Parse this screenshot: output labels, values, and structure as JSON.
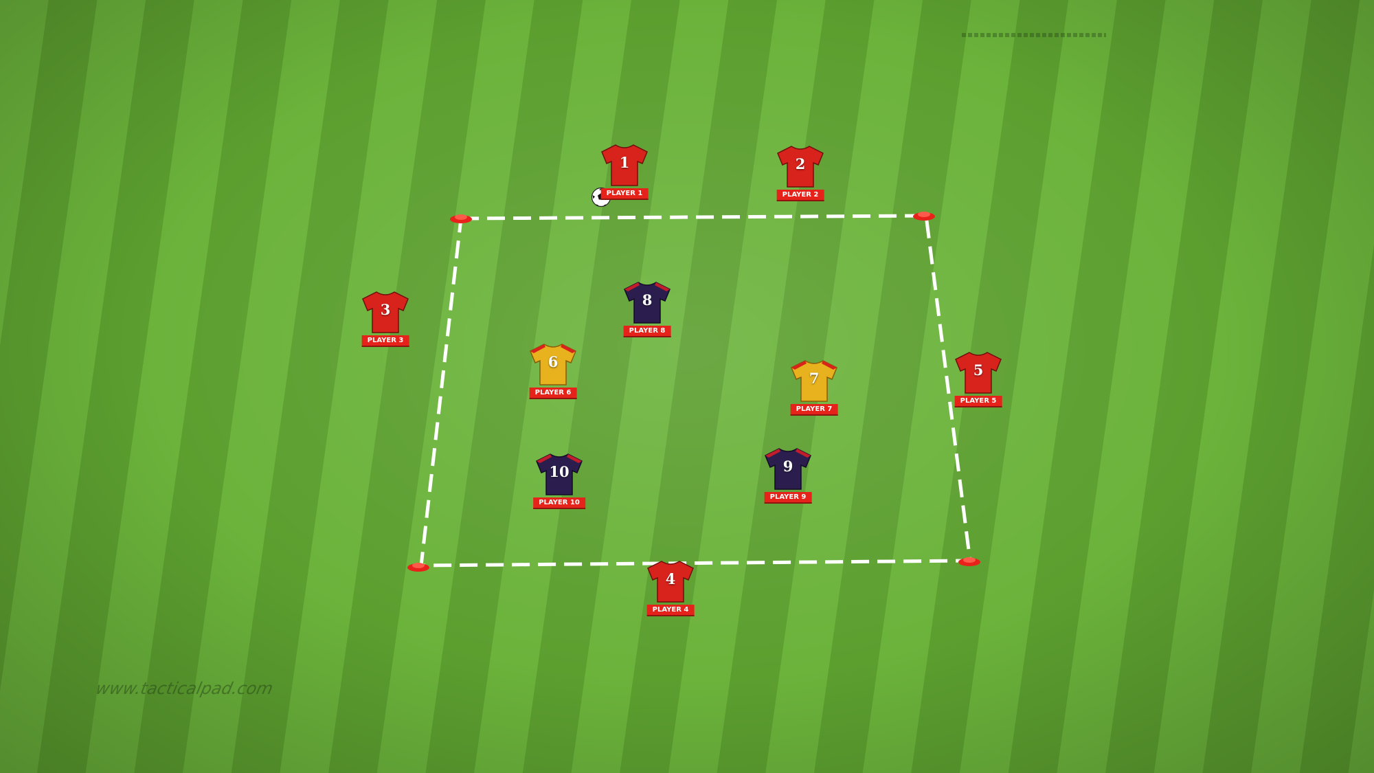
{
  "players": [
    {
      "number": "1",
      "label": "PLAYER 1",
      "kit": "red"
    },
    {
      "number": "2",
      "label": "PLAYER 2",
      "kit": "red"
    },
    {
      "number": "3",
      "label": "PLAYER 3",
      "kit": "red"
    },
    {
      "number": "4",
      "label": "PLAYER 4",
      "kit": "red"
    },
    {
      "number": "5",
      "label": "PLAYER 5",
      "kit": "red"
    },
    {
      "number": "6",
      "label": "PLAYER 6",
      "kit": "yellow"
    },
    {
      "number": "7",
      "label": "PLAYER 7",
      "kit": "yellow"
    },
    {
      "number": "8",
      "label": "PLAYER 8",
      "kit": "navy"
    },
    {
      "number": "9",
      "label": "PLAYER 9",
      "kit": "navy"
    },
    {
      "number": "10",
      "label": "PLAYER 10",
      "kit": "navy"
    }
  ],
  "kit_colors": {
    "red": "#d8221c",
    "yellow": "#e7b21e",
    "navy": "#2b1e4e"
  },
  "label_color": "#e5231b",
  "cone_color": "#e8221a",
  "boundary_line": "dashed-white",
  "ball_icon": "soccer-ball-icon",
  "watermark": "www.tacticalpad.com"
}
